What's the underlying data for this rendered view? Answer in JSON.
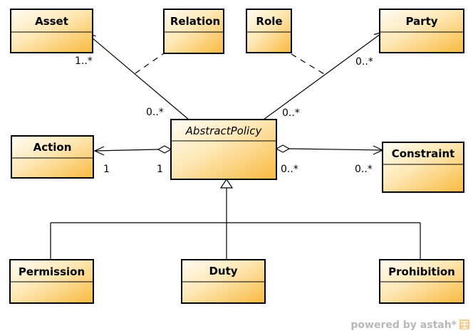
{
  "classes": {
    "asset": "Asset",
    "relation": "Relation",
    "role": "Role",
    "party": "Party",
    "action": "Action",
    "abstract_policy": "AbstractPolicy",
    "constraint": "Constraint",
    "permission": "Permission",
    "duty": "Duty",
    "prohibition": "Prohibition"
  },
  "multiplicities": {
    "asset_end": "1..*",
    "asset_policy_end": "0..*",
    "party_end": "0..*",
    "party_policy_end": "0..*",
    "action_end": "1",
    "action_policy_end": "1",
    "constraint_policy_end": "0..*",
    "constraint_end": "0..*"
  },
  "watermark": {
    "text": "powered by astah*"
  },
  "colors": {
    "class_fill_top": "#fffdf5",
    "class_fill_bottom": "#f9b93f"
  }
}
